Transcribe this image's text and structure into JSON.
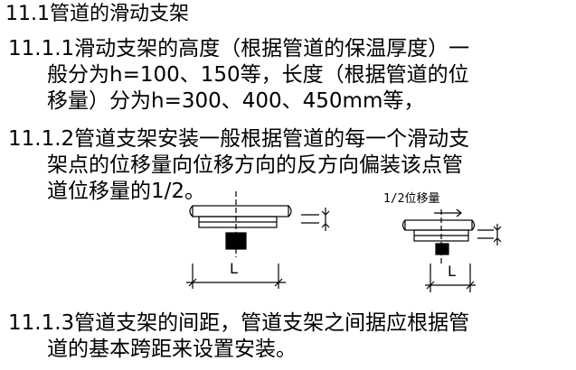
{
  "title": "11.1管道的滑动支架",
  "section_1111": {
    "line1": "11.1.1滑动支架的高度（根据管道的保温厚度）一",
    "line2": "般分为h=100、150等，长度（根据管道的位",
    "line3": "移量）分为h=300、400、450mm等，"
  },
  "section_1112": {
    "line1": "11.1.2管道支架安装一般根据管道的每一个滑动支",
    "line2": "架点的位移量向位移方向的反方向偏装该点管",
    "line3": "道位移量的1/2。"
  },
  "section_1113": {
    "line1": "11.1.3管道支架的间距，管道支架之间据应根据管",
    "line2": "道的基本跨距来设置安装。"
  },
  "diagram": {
    "displacement_label": "1/2位移量",
    "length_label_left": "L",
    "length_label_right": "L"
  }
}
